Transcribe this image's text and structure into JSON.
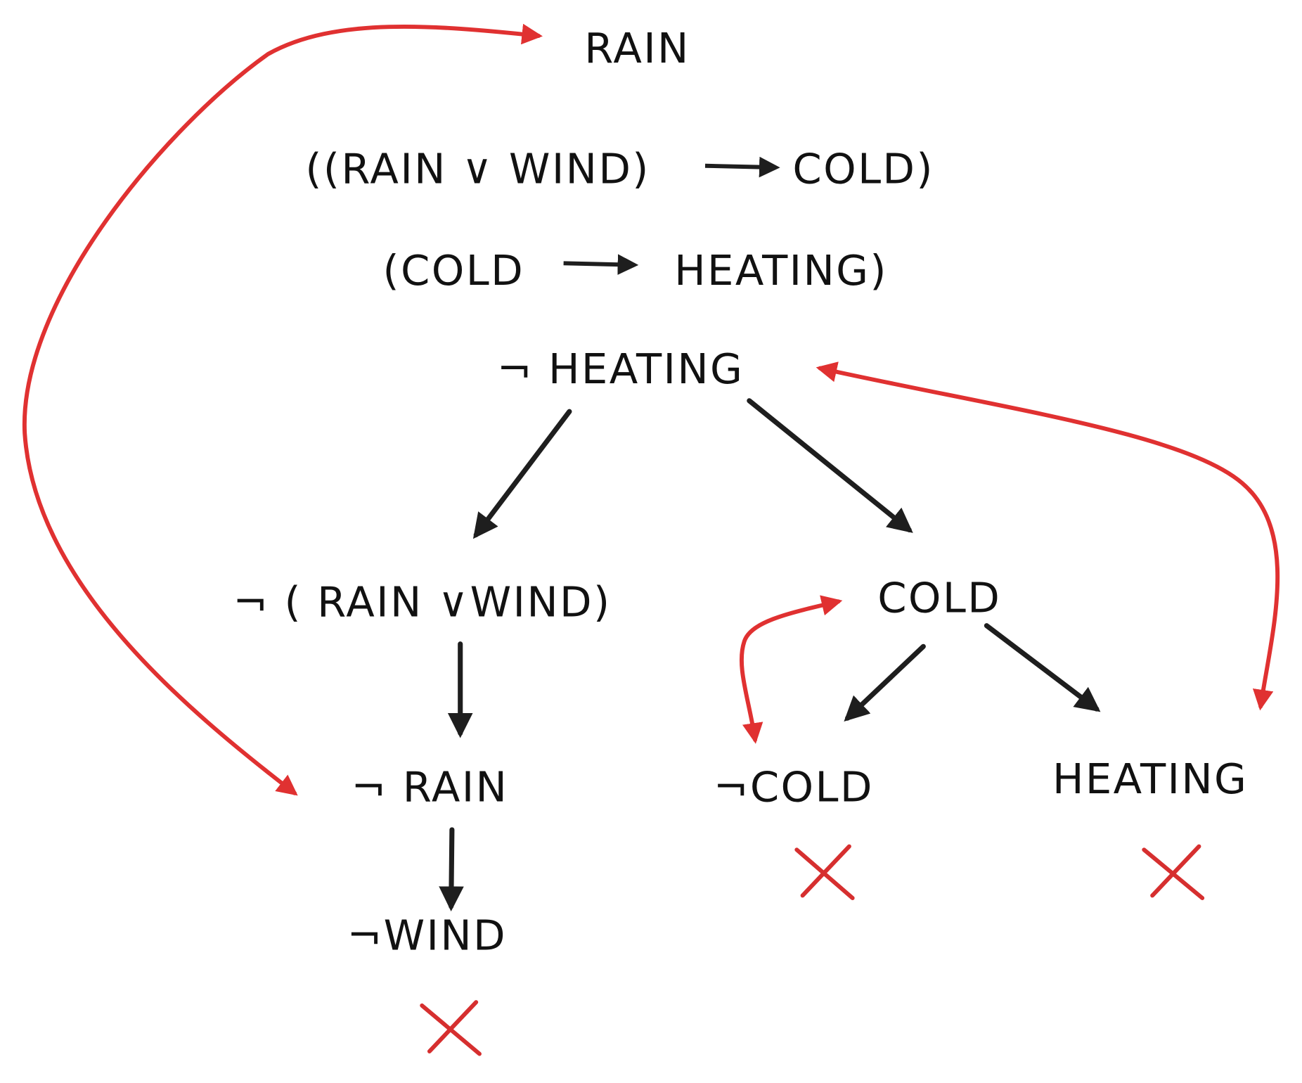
{
  "colors": {
    "ink": "#1e1e1e",
    "accent": "#e03131",
    "cross": "#d62f2f"
  },
  "labels": {
    "rain": "RAIN",
    "premise1_left": "((RAIN ∨ WIND)",
    "premise1_right": "COLD)",
    "premise2_left": "(COLD",
    "premise2_right": "HEATING)",
    "not_heating": "¬ HEATING",
    "not_rain_or_wind": "¬ ( RAIN ∨WIND)",
    "cold": "COLD",
    "not_rain": "¬ RAIN",
    "not_cold": "¬COLD",
    "heating": "HEATING",
    "not_wind": "¬WIND"
  },
  "closed_branch_marks": [
    "not_wind",
    "not_cold",
    "heating"
  ]
}
